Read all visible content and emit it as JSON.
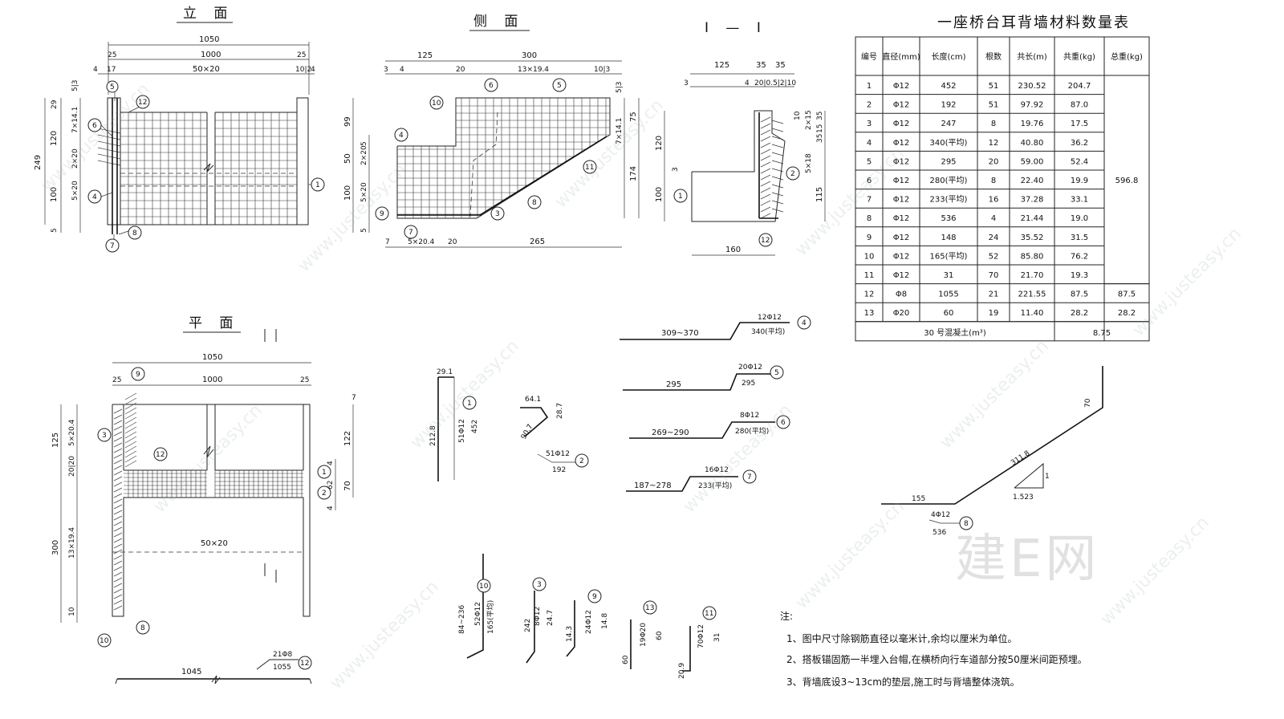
{
  "views": {
    "front": "立 面",
    "side": "侧 面",
    "section": "I — I",
    "plan": "平 面"
  },
  "front_dims": {
    "w_total": "1050",
    "w_inner": "1000",
    "edge": "25",
    "spacing": "50×20",
    "d4": "4",
    "d17": "17",
    "d10_2": "10|2",
    "v249": "249",
    "v120": "120",
    "v100": "100",
    "v29": "29",
    "v5": "5",
    "v5_3": "5|3",
    "v7x14": "7×14.1",
    "v2x20": "2×20",
    "v5x20": "5×20"
  },
  "side_dims": {
    "top125": "125",
    "top300": "300",
    "d3": "3",
    "d4": "4",
    "d20": "20",
    "sp13": "13×19.4",
    "d10_3": "10|3",
    "v99": "99",
    "v50": "50",
    "v100": "100",
    "v5": "5",
    "v2x20": "2×20",
    "v5x20": "5×20",
    "r75": "75",
    "r174": "174",
    "r7x14": "7×14.1",
    "r5_3": "5|3",
    "b7": "7",
    "b5x20": "5×20.4",
    "b20": "20",
    "b265": "265"
  },
  "section_dims": {
    "t125": "125",
    "t35a": "35",
    "t35b": "35",
    "d3": "3",
    "d4": "4",
    "d20": "20|0.5|2|10",
    "v120": "120",
    "v100": "100",
    "v3": "3",
    "r35a": "35",
    "r15": "15",
    "r35b": "35",
    "r5x18": "5×18",
    "r115": "115",
    "r2x15": "2×15",
    "r10": "10",
    "b160": "160"
  },
  "plan_dims": {
    "w_total": "1050",
    "w_inner": "1000",
    "edge_l": "25",
    "edge_r": "25",
    "spacing": "50×20",
    "l125": "125",
    "l5x20": "5×20.4",
    "l20": "20|20",
    "l300": "300",
    "l13x19": "13×19.4",
    "l10": "10",
    "r7": "7",
    "r122": "122",
    "r4a": "4",
    "r62": "62",
    "r70": "70",
    "r4b": "4",
    "bot1045": "1045",
    "bot1055": "1055",
    "bot21": "21Φ8"
  },
  "bars": {
    "b1": {
      "len": "212.8",
      "top": "29.1",
      "qty": "51Φ12",
      "total": "452"
    },
    "b2": {
      "a": "64.1",
      "b": "28.7",
      "c": "90.7",
      "qty": "51Φ12",
      "total": "192"
    },
    "b4": {
      "range": "309~370",
      "qty": "12Φ12",
      "total": "340(平均)"
    },
    "b5": {
      "range": "295",
      "qty": "20Φ12",
      "total": "295"
    },
    "b6": {
      "range": "269~290",
      "qty": "8Φ12",
      "total": "280(平均)"
    },
    "b7": {
      "range": "187~278",
      "qty": "16Φ12",
      "total": "233(平均)"
    },
    "b8": {
      "a": "155",
      "b": "311.8",
      "c": "70",
      "slope1": "1",
      "slope2": "1.523",
      "qty": "4Φ12",
      "total": "536"
    },
    "b10": {
      "range": "84~236",
      "qty": "52Φ12",
      "total": "165(平均)"
    },
    "b3": {
      "len": "242",
      "qty": "8Φ12",
      "total": "24.7"
    },
    "b9": {
      "len": "14.3",
      "qty": "24Φ12",
      "total": "14.8"
    },
    "b13": {
      "len": "60",
      "qty": "19Φ20",
      "total": "60"
    },
    "b11": {
      "len": "20.9",
      "qty": "70Φ12",
      "total": "31"
    }
  },
  "table": {
    "title": "一座桥台耳背墙材料数量表",
    "headers": [
      "编号",
      "直径(mm)",
      "长度(cm)",
      "根数",
      "共长(m)",
      "共重(kg)",
      "总重(kg)"
    ],
    "rows": [
      [
        "1",
        "Φ12",
        "452",
        "51",
        "230.52",
        "204.7"
      ],
      [
        "2",
        "Φ12",
        "192",
        "51",
        "97.92",
        "87.0"
      ],
      [
        "3",
        "Φ12",
        "247",
        "8",
        "19.76",
        "17.5"
      ],
      [
        "4",
        "Φ12",
        "340(平均)",
        "12",
        "40.80",
        "36.2"
      ],
      [
        "5",
        "Φ12",
        "295",
        "20",
        "59.00",
        "52.4"
      ],
      [
        "6",
        "Φ12",
        "280(平均)",
        "8",
        "22.40",
        "19.9"
      ],
      [
        "7",
        "Φ12",
        "233(平均)",
        "16",
        "37.28",
        "33.1"
      ],
      [
        "8",
        "Φ12",
        "536",
        "4",
        "21.44",
        "19.0"
      ],
      [
        "9",
        "Φ12",
        "148",
        "24",
        "35.52",
        "31.5"
      ],
      [
        "10",
        "Φ12",
        "165(平均)",
        "52",
        "85.80",
        "76.2"
      ],
      [
        "11",
        "Φ12",
        "31",
        "70",
        "21.70",
        "19.3"
      ],
      [
        "12",
        "Φ8",
        "1055",
        "21",
        "221.55",
        "87.5"
      ],
      [
        "13",
        "Φ20",
        "60",
        "19",
        "11.40",
        "28.2"
      ]
    ],
    "group_totals": [
      "596.8",
      "87.5",
      "28.2"
    ],
    "concrete_label": "30 号混凝土(m³)",
    "concrete_value": "8.75"
  },
  "notes": {
    "title": "注:",
    "n1": "1、图中尺寸除钢筋直径以毫米计,余均以厘米为单位。",
    "n2": "2、搭板锚固筋一半埋入台帽,在横桥向行车道部分按50厘米间距预埋。",
    "n3": "3、背墙底设3~13cm的垫层,施工时与背墙整体浇筑。"
  },
  "watermark": {
    "text": "www.justeasy.cn",
    "logo": "建E网"
  }
}
